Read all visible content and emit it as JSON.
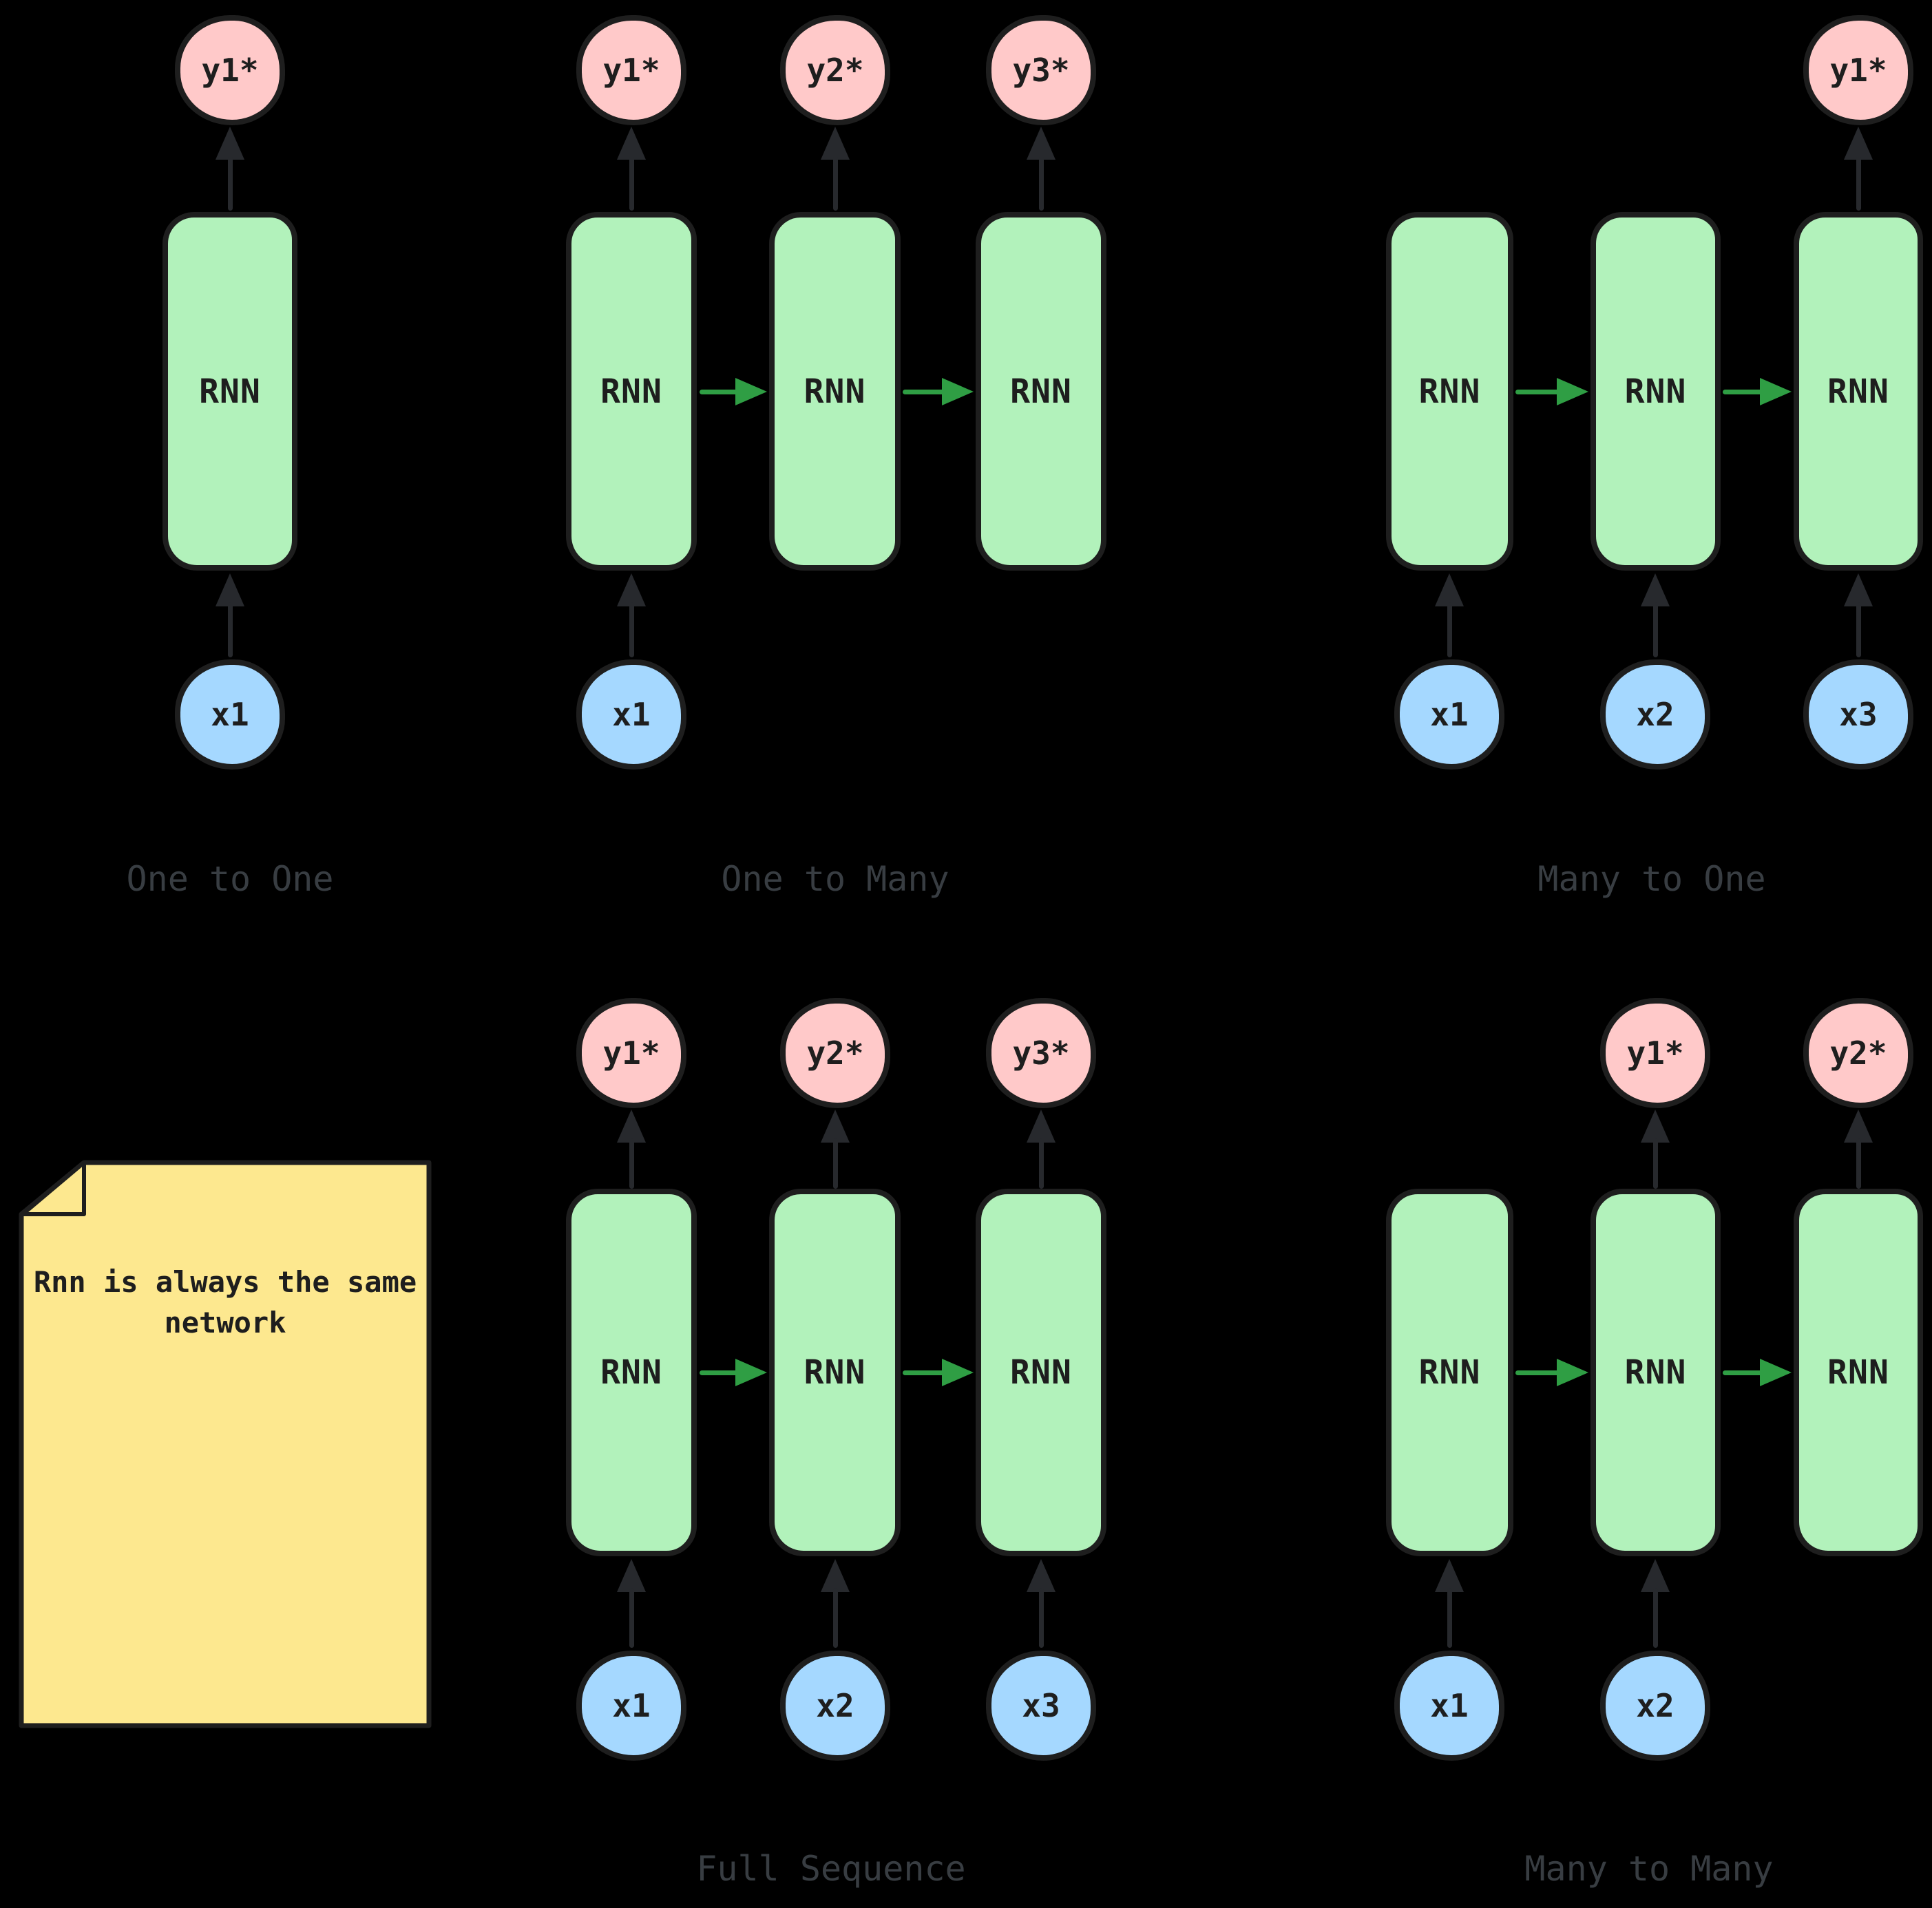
{
  "canvas": {
    "background": "#000000"
  },
  "palette": {
    "block_fill": "#b2f2bb",
    "output_fill": "#ffc9c9",
    "input_fill": "#a5d8ff",
    "note_fill": "#fde88f",
    "shape_stroke": "#1e1e1e",
    "arrow_color": "#27292d",
    "recurrent_arrow_color": "#2f9e44",
    "label_color": "#383d42"
  },
  "groups": [
    {
      "id": "one-to-one",
      "label": "One to One",
      "blocks": [
        "RNN"
      ],
      "outputs": [
        "y1*"
      ],
      "inputs": [
        "x1"
      ]
    },
    {
      "id": "one-to-many",
      "label": "One to Many",
      "blocks": [
        "RNN",
        "RNN",
        "RNN"
      ],
      "outputs": [
        "y1*",
        "y2*",
        "y3*"
      ],
      "inputs": [
        "x1"
      ]
    },
    {
      "id": "many-to-one",
      "label": "Many to One",
      "blocks": [
        "RNN",
        "RNN",
        "RNN"
      ],
      "outputs": [
        "y1*"
      ],
      "inputs": [
        "x1",
        "x2",
        "x3"
      ]
    },
    {
      "id": "full-sequence",
      "label": "Full Sequence",
      "blocks": [
        "RNN",
        "RNN",
        "RNN"
      ],
      "outputs": [
        "y1*",
        "y2*",
        "y3*"
      ],
      "inputs": [
        "x1",
        "x2",
        "x3"
      ]
    },
    {
      "id": "many-to-many",
      "label": "Many to Many",
      "blocks": [
        "RNN",
        "RNN",
        "RNN"
      ],
      "outputs": [
        "y1*",
        "y2*"
      ],
      "inputs": [
        "x1",
        "x2"
      ]
    }
  ],
  "note": {
    "text": "Rnn is always the same network"
  }
}
